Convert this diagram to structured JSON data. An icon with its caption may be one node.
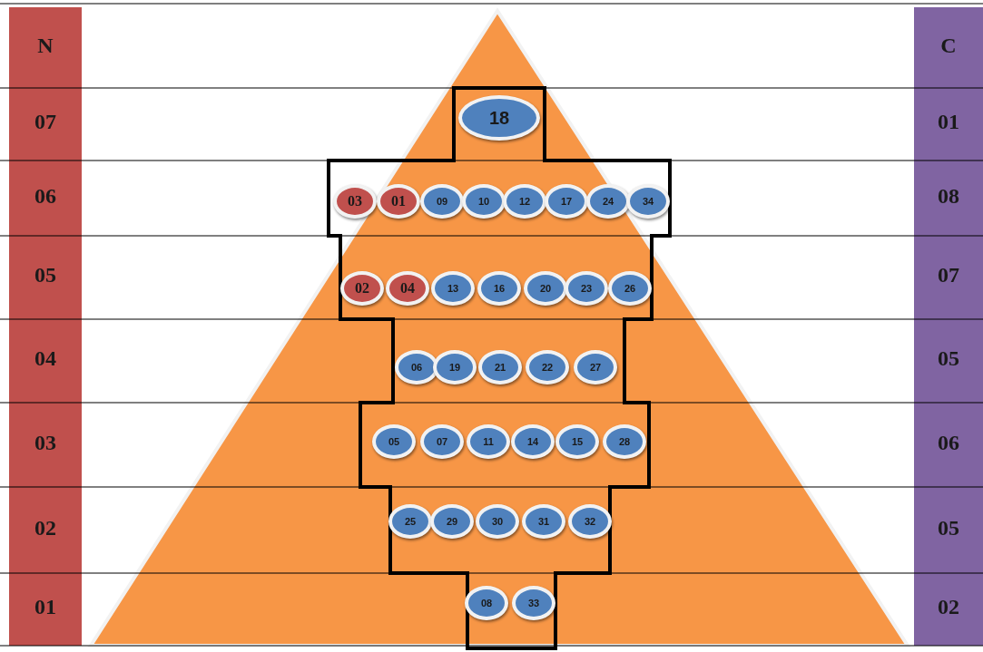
{
  "diagram": {
    "nodes": [
      {
        "text": [
          "18"
        ]
      },
      {
        "text": [
          "03"
        ]
      },
      {
        "text": [
          "01"
        ]
      },
      {
        "text": [
          "09"
        ]
      },
      {
        "text": [
          "10"
        ]
      },
      {
        "text": [
          "12"
        ]
      },
      {
        "text": [
          "17"
        ]
      },
      {
        "text": [
          "24"
        ]
      },
      {
        "text": [
          "34"
        ]
      },
      {
        "text": [
          "02"
        ]
      },
      {
        "text": [
          "04"
        ]
      },
      {
        "text": [
          "13"
        ]
      },
      {
        "text": [
          "16"
        ]
      },
      {
        "text": [
          "20"
        ]
      },
      {
        "text": [
          "23"
        ]
      },
      {
        "text": [
          "26"
        ]
      },
      {
        "text": [
          "06"
        ]
      },
      {
        "text": [
          "19"
        ]
      },
      {
        "text": [
          "21"
        ]
      },
      {
        "text": [
          "22"
        ]
      },
      {
        "text": [
          "27"
        ]
      },
      {
        "text": [
          "05"
        ]
      },
      {
        "text": [
          "07"
        ]
      },
      {
        "text": [
          "11"
        ]
      },
      {
        "text": [
          "14"
        ]
      },
      {
        "text": [
          "15"
        ]
      },
      {
        "text": [
          "28"
        ]
      },
      {
        "text": [
          "25"
        ]
      },
      {
        "text": [
          "29"
        ]
      },
      {
        "text": [
          "30"
        ]
      },
      {
        "text": [
          "31"
        ]
      },
      {
        "text": [
          "32"
        ]
      },
      {
        "text": [
          "08"
        ]
      },
      {
        "text": [
          "33"
        ]
      }
    ],
    "labels": [
      "N",
      "C",
      "07",
      "01",
      "06",
      "08",
      "05",
      "07",
      "04",
      "05",
      "03",
      "06",
      "02",
      "05",
      "01",
      "02"
    ]
  }
}
